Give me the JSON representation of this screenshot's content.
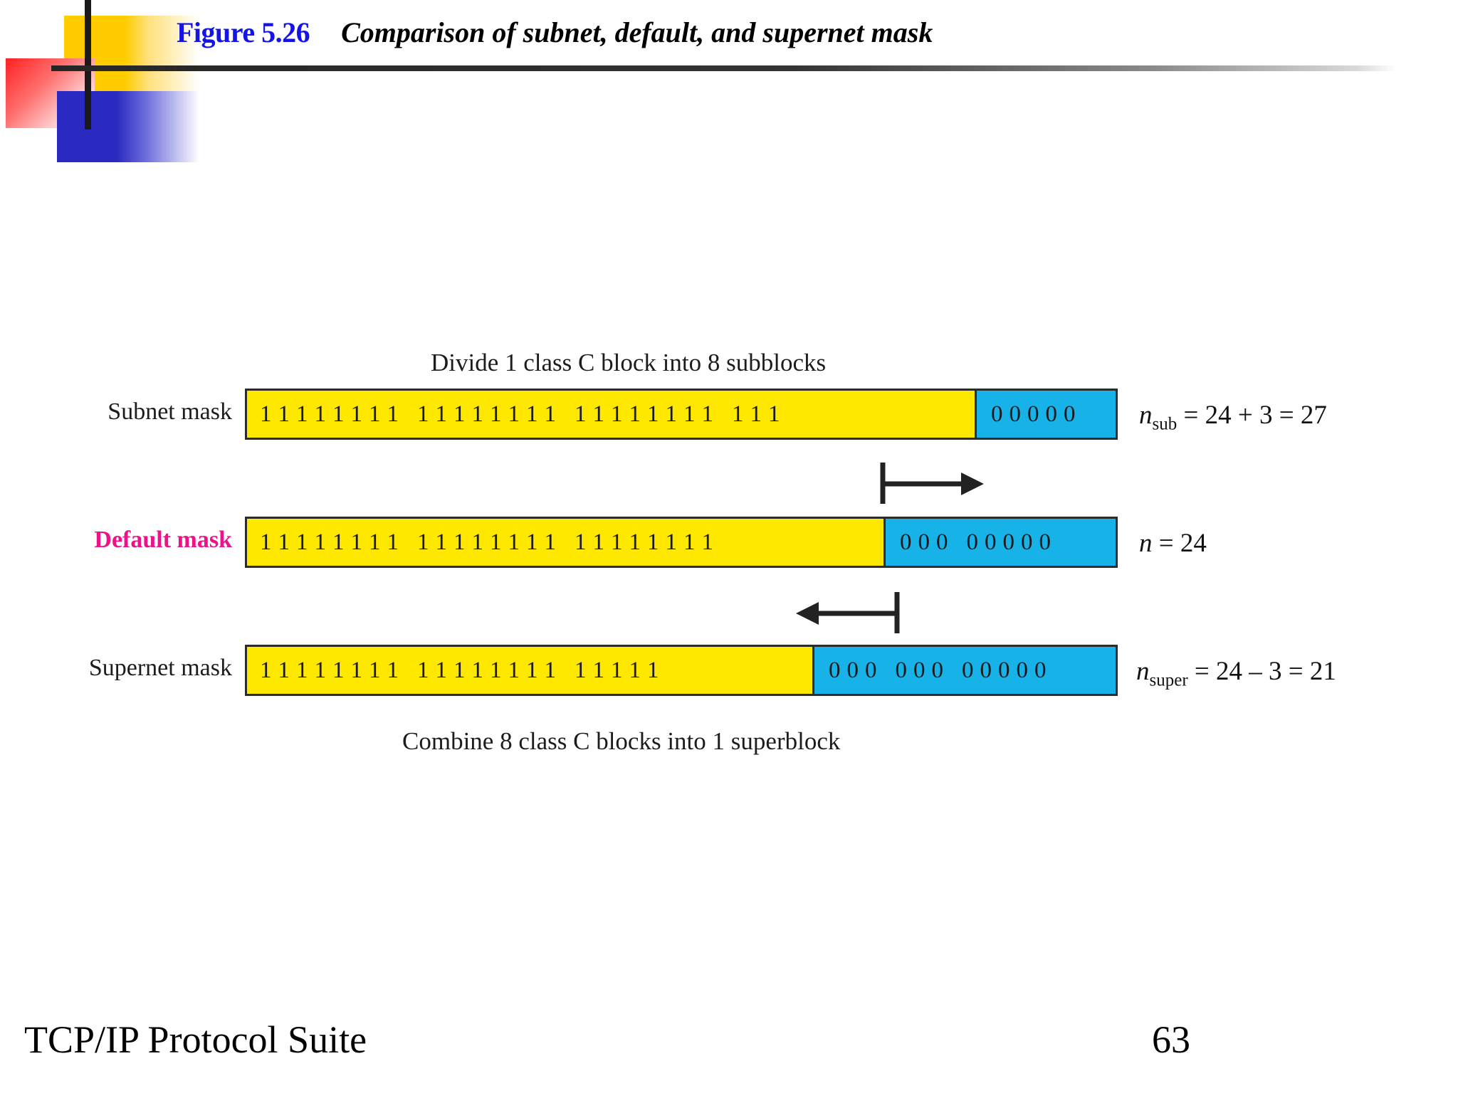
{
  "header": {
    "figure_number": "Figure 5.26",
    "caption": "Comparison of subnet, default, and supernet mask",
    "figure_number_color": "#1414E6",
    "caption_color": "#000000"
  },
  "diagram": {
    "top_caption": "Divide 1 class C block into 8 subblocks",
    "bottom_caption": "Combine 8 class C blocks into 1 superblock",
    "colors": {
      "ones_fill": "#FFE800",
      "zeros_fill": "#17B2E8",
      "border": "#2b2b2b",
      "default_label": "#EE1289"
    },
    "rows": [
      {
        "label": "Subnet mask",
        "label_color": "#1c1c1c",
        "ones_octets": [
          "1 1 1 1 1 1 1 1",
          "1 1 1 1 1 1 1 1",
          "1 1 1 1 1 1 1 1",
          "1 1 1"
        ],
        "zeros_octets": [
          "0 0 0 0 0"
        ],
        "ones_count": 27,
        "zeros_count": 5,
        "formula_var": "n",
        "formula_sub": "sub",
        "formula_expr": "= 24 + 3 = 27",
        "formula_value": 27
      },
      {
        "label": "Default mask",
        "label_color": "#EE1289",
        "ones_octets": [
          "1 1 1 1 1 1 1 1",
          "1 1 1 1 1 1 1 1",
          "1 1 1 1 1 1 1 1"
        ],
        "zeros_octets": [
          "0 0 0",
          "0 0 0 0 0"
        ],
        "ones_count": 24,
        "zeros_count": 8,
        "formula_var": "n",
        "formula_sub": "",
        "formula_expr": "= 24",
        "formula_value": 24
      },
      {
        "label": "Supernet mask",
        "label_color": "#1c1c1c",
        "ones_octets": [
          "1 1 1 1 1 1 1 1",
          "1 1 1 1 1 1 1 1",
          "1 1 1 1 1"
        ],
        "zeros_octets": [
          "0 0 0",
          "0 0 0",
          "0 0 0 0 0"
        ],
        "ones_count": 21,
        "zeros_count": 11,
        "formula_var": "n",
        "formula_sub": "super",
        "formula_expr": "= 24 – 3 = 21",
        "formula_value": 21
      }
    ],
    "arrows": [
      {
        "name": "subnet-shift-arrow",
        "direction": "right"
      },
      {
        "name": "supernet-shift-arrow",
        "direction": "left"
      }
    ]
  },
  "footer": {
    "book_title": "TCP/IP Protocol Suite",
    "page_number": "63"
  }
}
